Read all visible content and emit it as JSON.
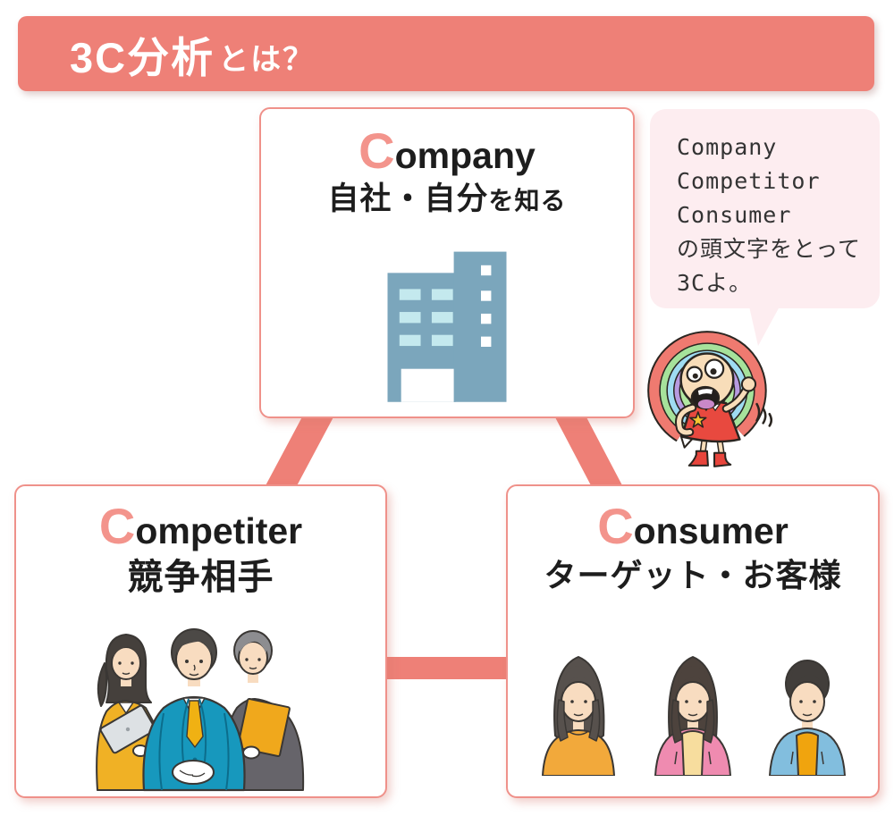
{
  "header": {
    "title_main": "3C分析",
    "title_suffix": "とは？"
  },
  "boxes": {
    "company": {
      "initial": "C",
      "rest": "ompany",
      "subtitle_main": "自社・自分",
      "subtitle_suffix": "を知る",
      "icon": "office-building"
    },
    "competitor": {
      "initial": "C",
      "rest": "ompetiter",
      "subtitle_main": "競争相手",
      "subtitle_suffix": "",
      "icon": "business-team"
    },
    "consumer": {
      "initial": "C",
      "rest": "onsumer",
      "subtitle_main": "ターゲット・お客様",
      "subtitle_suffix": "",
      "icon": "consumer-group"
    }
  },
  "speech_bubble": {
    "lines": [
      "Company",
      "Competitor",
      "Consumer",
      "の頭文字をとって",
      "3Cよ。"
    ]
  },
  "character": {
    "name": "rainbow-shouting-girl"
  },
  "colors": {
    "salmon": "#ee8077",
    "initial_letter": "#f3948c",
    "box_border": "#ef918a",
    "bubble_bg": "#fdedf0",
    "text": "#1d1d1d",
    "building_body": "#7ba6bc",
    "building_window": "#c4e9ee",
    "suit_teal": "#1798bd",
    "jacket_yellow": "#f0b125",
    "suit_gray": "#66646a",
    "top_orange": "#f2a93b",
    "cardigan_pink": "#ef8bb0",
    "jacket_blue": "#82bede"
  }
}
